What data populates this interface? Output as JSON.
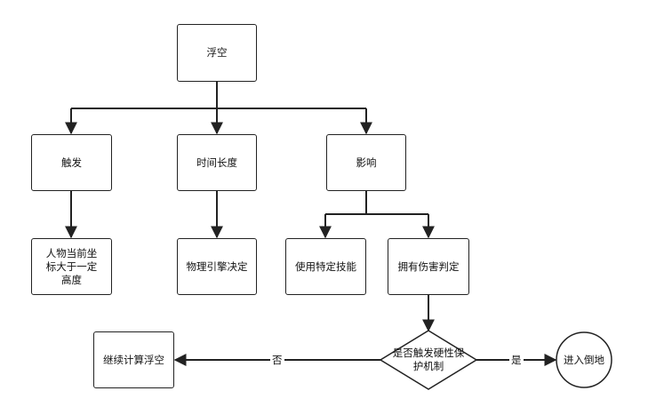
{
  "nodes": {
    "root": "浮空",
    "trigger": "触发",
    "duration": "时间长度",
    "effect": "影响",
    "trigger_condition": "人物当前坐标大于一定高度",
    "duration_source": "物理引擎决定",
    "effect_skill": "使用特定技能",
    "effect_damage": "拥有伤害判定",
    "decision": "是否触发硬性保护机制",
    "continue": "继续计算浮空",
    "knockdown": "进入倒地"
  },
  "edges": {
    "no_label": "否",
    "yes_label": "是"
  }
}
